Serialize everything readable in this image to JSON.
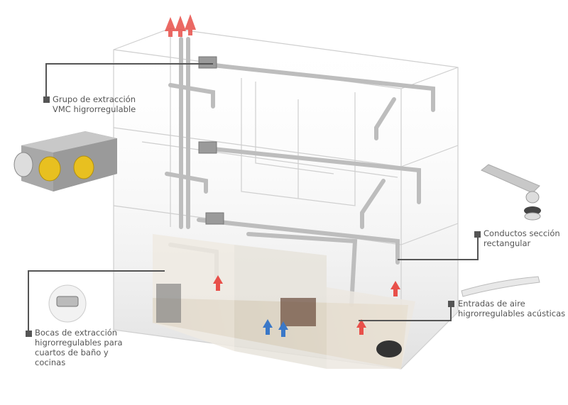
{
  "labels": {
    "extraction_group": [
      "Grupo de extracción",
      "VMC higrorregulable"
    ],
    "ducts": [
      "Conductos sección",
      "rectangular"
    ],
    "air_inlets": [
      "Entradas de aire",
      "higrorregulables acústicas"
    ],
    "extraction_vents": [
      "Bocas de extracción",
      "higrorregulables para",
      "cuartos de baño y",
      "cocinas"
    ]
  },
  "colors": {
    "leader": "#555555",
    "wireframe": "#c8c8c8",
    "extract_arrow": "#e8504a",
    "supply_arrow": "#3a78c8",
    "floor": "#b8955a",
    "fan_yellow": "#e8c020"
  }
}
